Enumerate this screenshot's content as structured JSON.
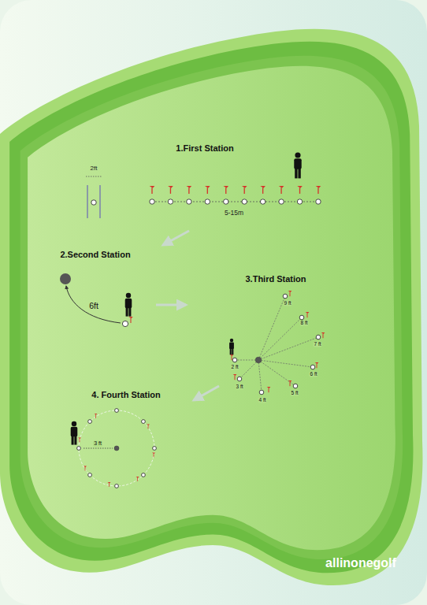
{
  "diagram": {
    "labels": [
      "1.First Station",
      "2ft",
      "5-15m",
      "2.Second Station",
      "6ft",
      "3.Third Station",
      "9 ft",
      "8 ft",
      "7 ft",
      "6 ft",
      "5 ft",
      "4 ft",
      "3 ft",
      "2 ft",
      "4. Fourth Station",
      "3 ft",
      "allinonegolf"
    ]
  }
}
